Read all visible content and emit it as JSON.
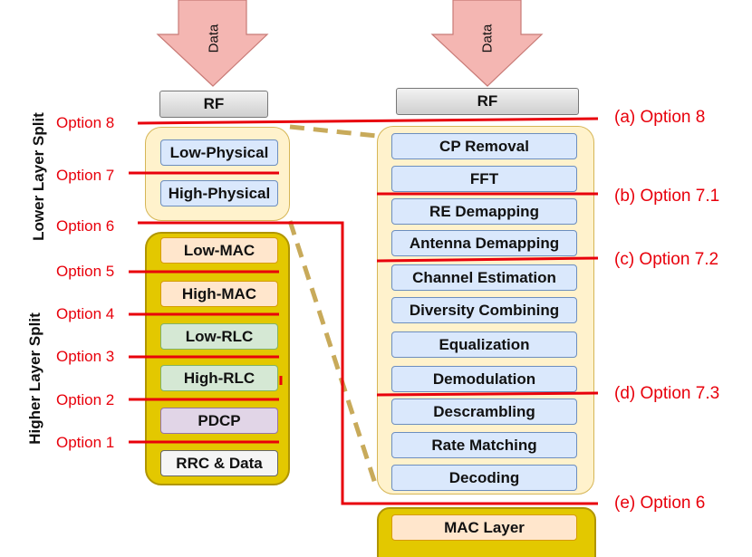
{
  "arrows": {
    "data_label": "Data"
  },
  "rf_label": "RF",
  "side_labels": {
    "lower": "Lower Layer Split",
    "higher": "Higher Layer Split"
  },
  "left_stack": {
    "physical": [
      "Low-Physical",
      "High-Physical"
    ],
    "upper": [
      "Low-MAC",
      "High-MAC",
      "Low-RLC",
      "High-RLC",
      "PDCP",
      "RRC & Data"
    ]
  },
  "right_stack": [
    "CP Removal",
    "FFT",
    "RE Demapping",
    "Antenna Demapping",
    "Channel Estimation",
    "Diversity Combining",
    "Equalization",
    "Demodulation",
    "Descrambling",
    "Rate Matching",
    "Decoding"
  ],
  "mac_layer": "MAC Layer",
  "left_options": [
    "Option 8",
    "Option 7",
    "Option 6",
    "Option 5",
    "Option 4",
    "Option 3",
    "Option 2",
    "Option 1"
  ],
  "right_options": [
    "(a) Option 8",
    "(b) Option 7.1",
    "(c) Option 7.2",
    "(d) Option 7.3",
    "(e) Option 6"
  ],
  "colors": {
    "split_line": "#e8000b",
    "dashed_line": "#c8aa5a",
    "arrow_fill": "#f4b6b2",
    "arrow_stroke": "#c87a76"
  }
}
